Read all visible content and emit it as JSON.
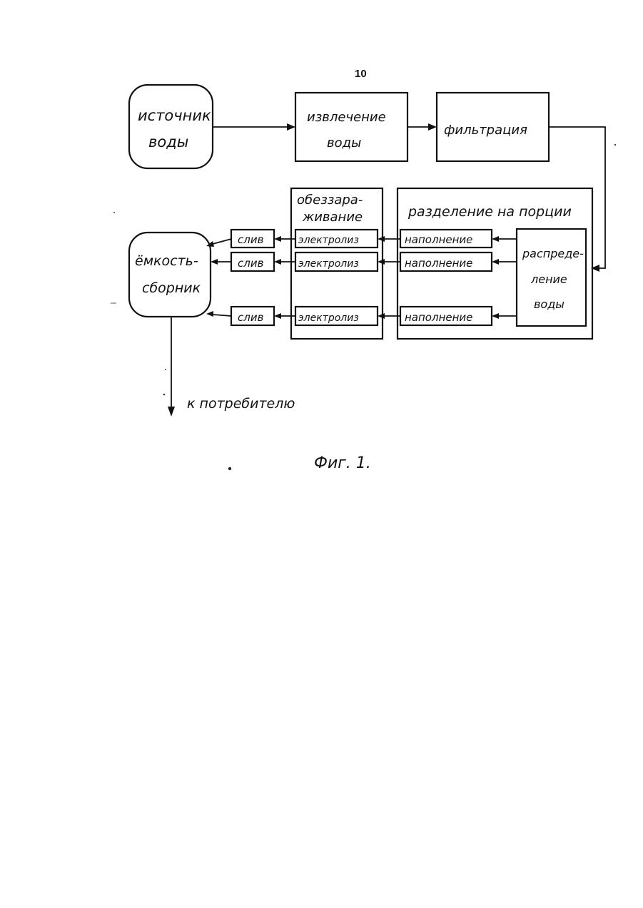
{
  "page_number": "10",
  "blocks": {
    "source_line1": "источник",
    "source_line2": "воды",
    "extraction_line1": "извлечение",
    "extraction_line2": "воды",
    "filtration": "фильтрация",
    "disinfection_line1": "обеззара-",
    "disinfection_line2": "живание",
    "portioning": "разделение на порции",
    "distribution_line1": "распреде-",
    "distribution_line2": "ление",
    "distribution_line3": "воды",
    "collector_line1": "ёмкость-",
    "collector_line2": "сборник"
  },
  "rows": [
    {
      "fill": "наполнение",
      "electrolysis": "электролиз",
      "drain": "слив"
    },
    {
      "fill": "наполнение",
      "electrolysis": "электролиз",
      "drain": "слив"
    },
    {
      "fill": "наполнение",
      "electrolysis": "электролиз",
      "drain": "слив"
    }
  ],
  "output_label": "к потребителю",
  "caption": "Фиг. 1."
}
